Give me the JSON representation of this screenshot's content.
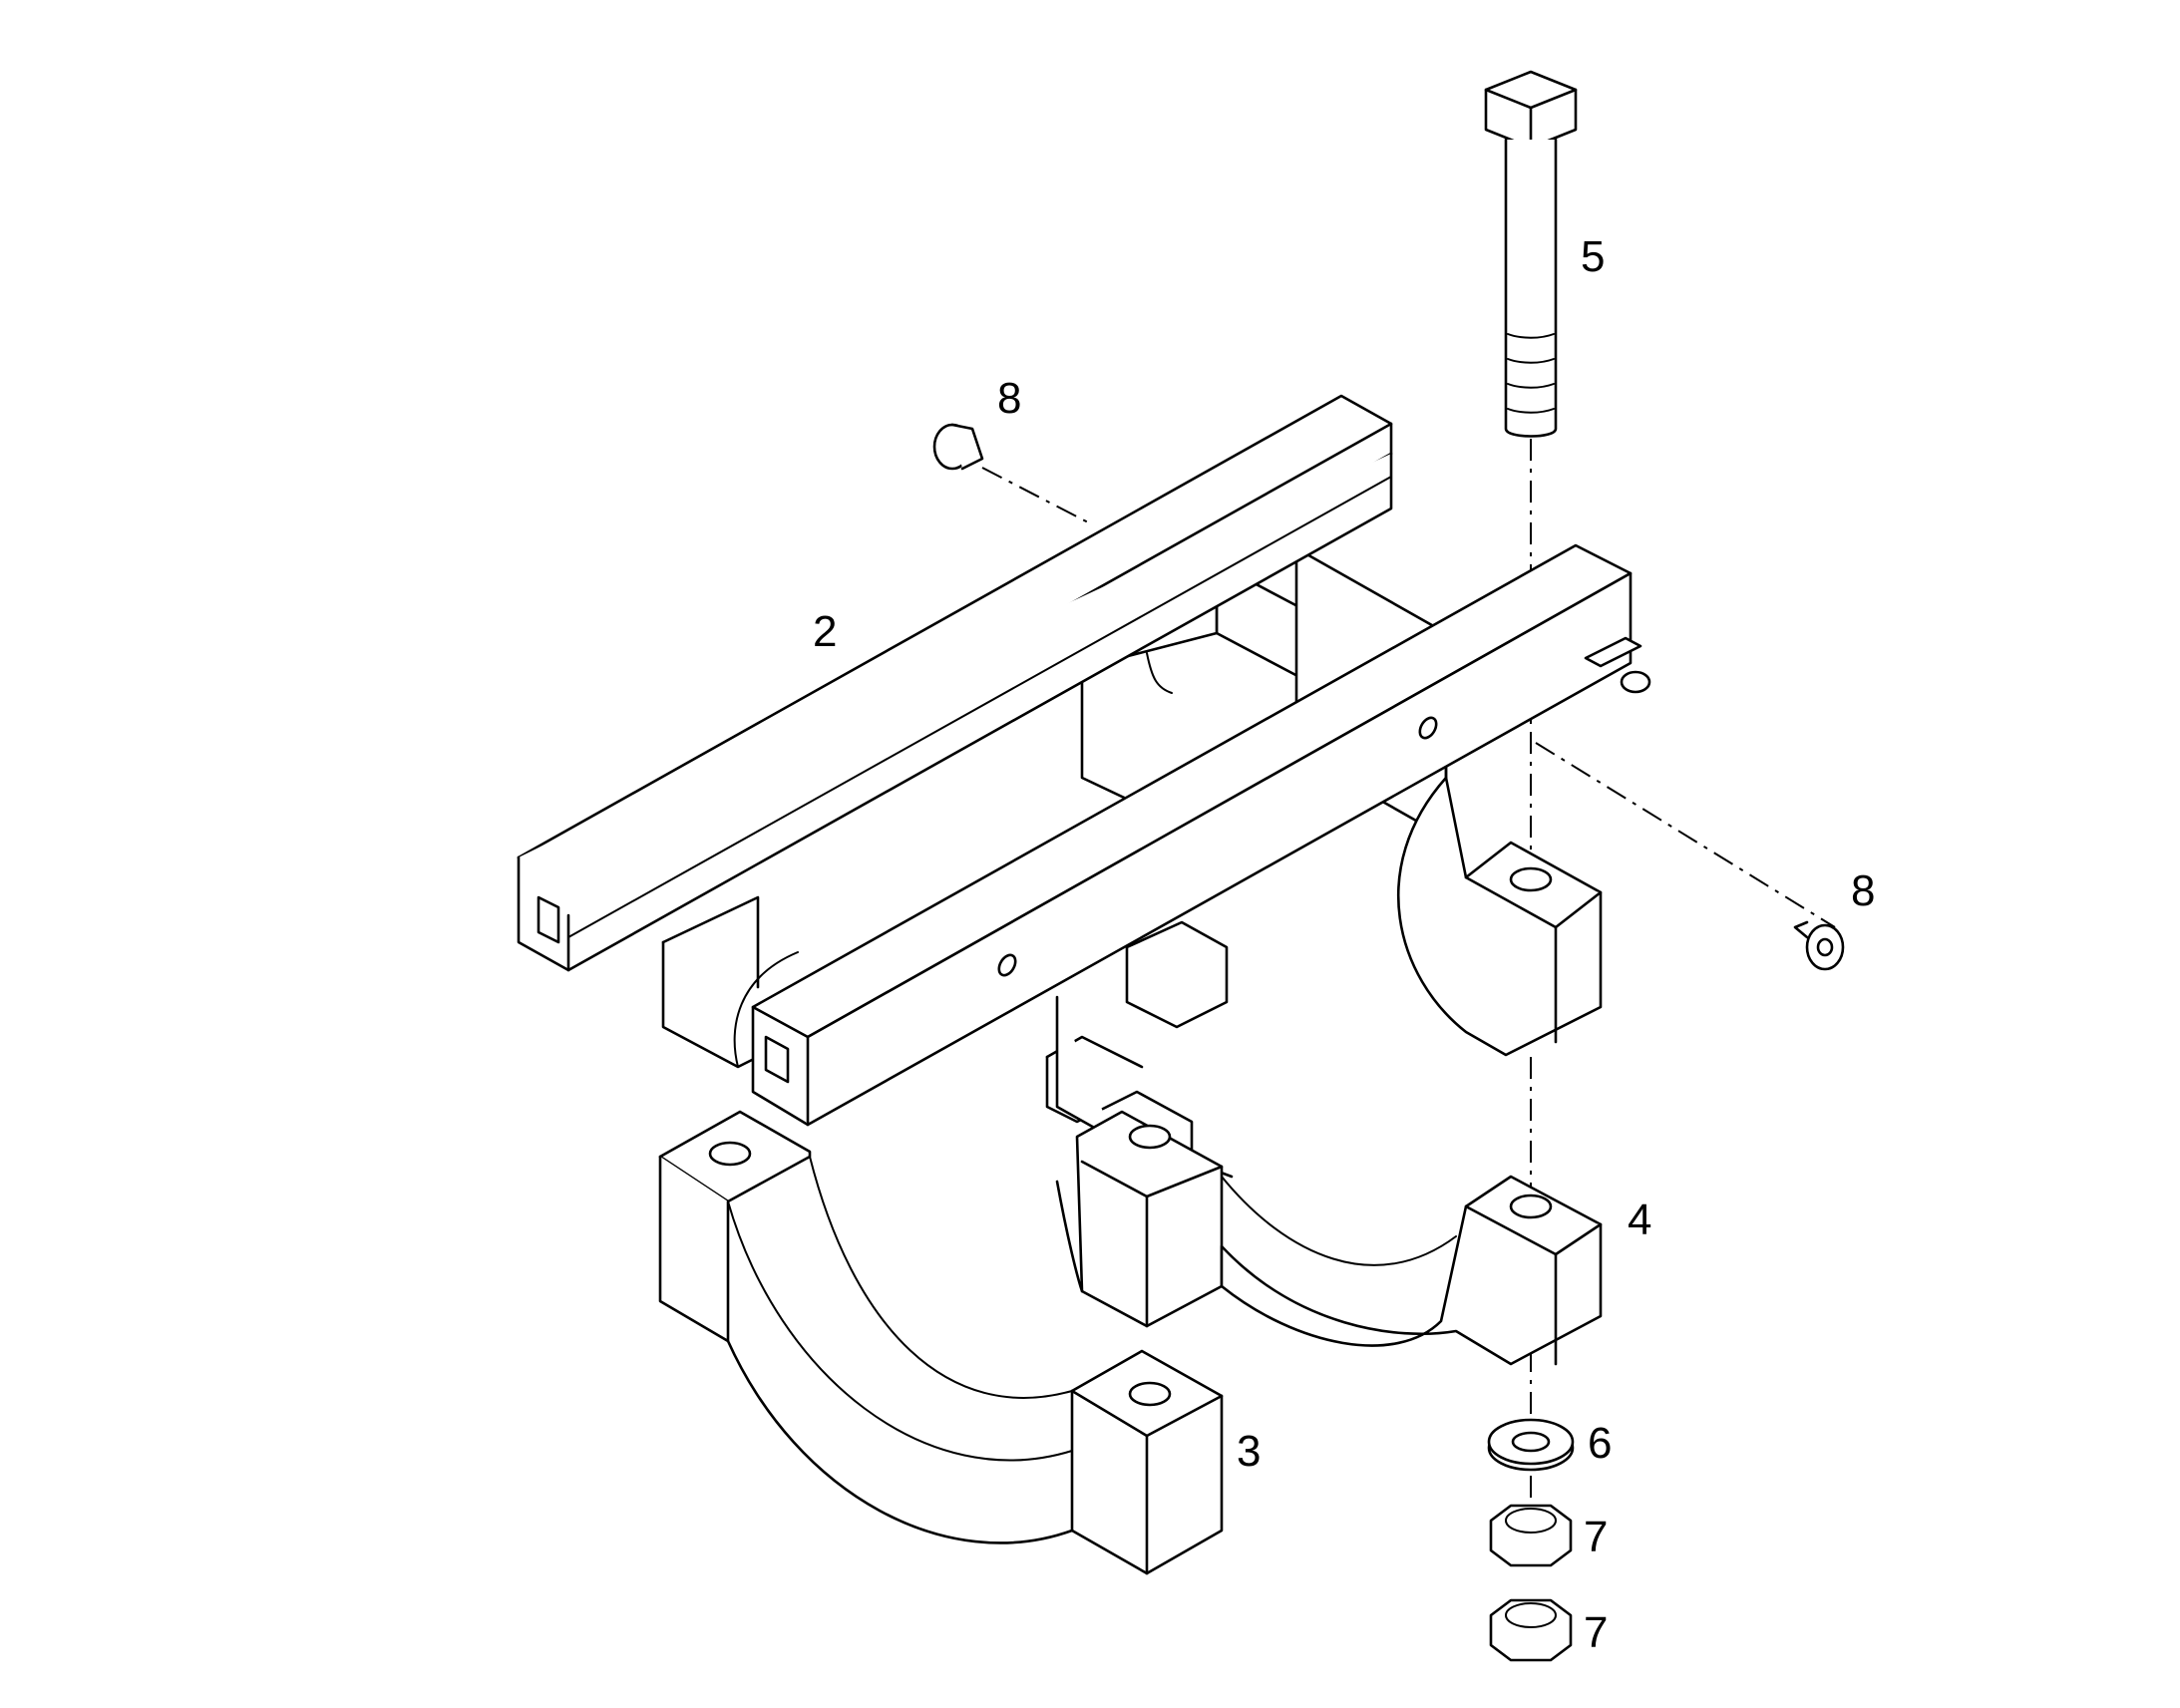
{
  "callouts": {
    "part_2": "2",
    "part_3": "3",
    "part_4": "4",
    "part_5": "5",
    "part_6": "6",
    "part_7_upper": "7",
    "part_7_lower": "7",
    "part_8_left": "8",
    "part_8_right": "8"
  },
  "colors": {
    "line": "#000000",
    "background": "#ffffff"
  }
}
